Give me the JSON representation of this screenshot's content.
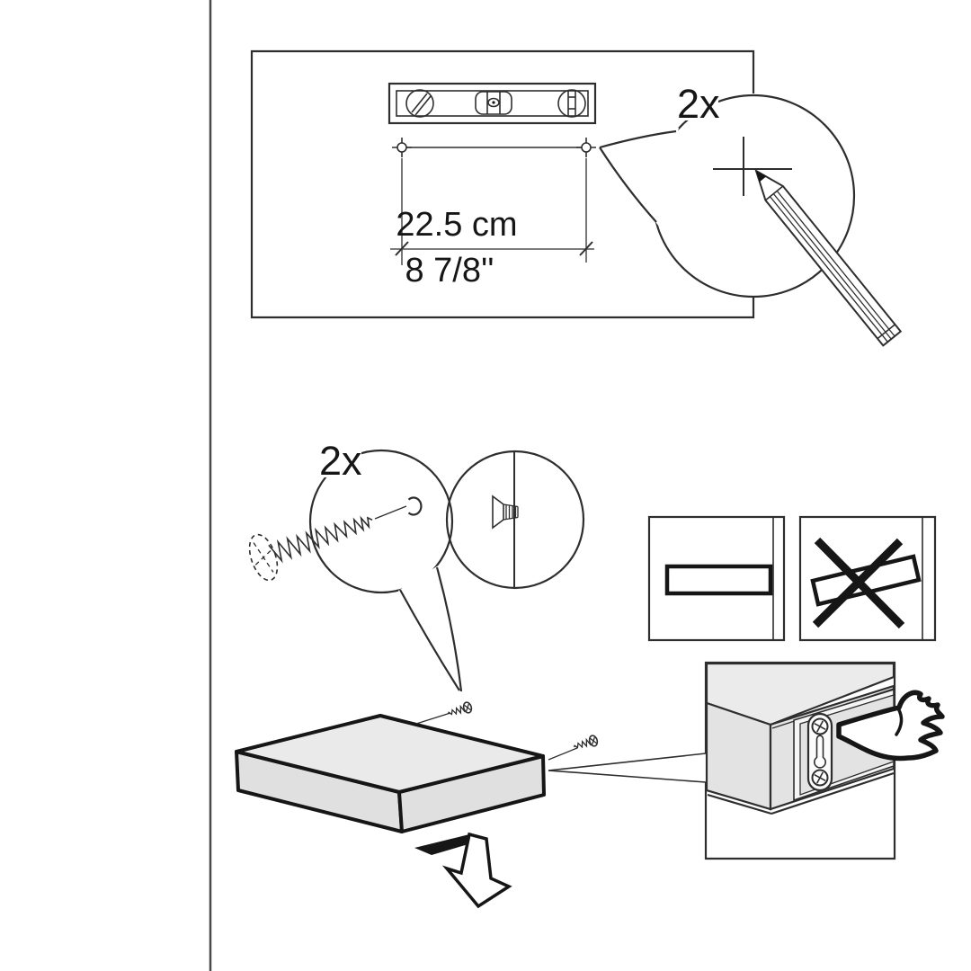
{
  "page": {
    "colors": {
      "paper": "#ffffff",
      "ink": "#2e2e2e",
      "ink_heavy": "#161616",
      "divider": "#4a4a4a",
      "shelf_top": "#eaeaea",
      "shelf_side": "#e0e0e0",
      "detail_top": "#ebebeb",
      "detail_side": "#e3e3e3",
      "recess_frame": "#f5f5f5",
      "bracket": "#fbfbfb"
    }
  },
  "marking_step": {
    "quantity_label": "2x",
    "dimension_metric": "22.5 cm",
    "dimension_imperial": "8 7/8''"
  },
  "screw_step": {
    "quantity_label": "2x"
  },
  "icons": {
    "spirit_level": "spirit-level",
    "pencil": "pencil-drawing-cross-mark",
    "drill_marks": "wall-mark-targets",
    "wall_screw": "screw-into-pilot-hole",
    "flush_screw": "screw-protruding-from-wall",
    "ok_panel": "shelf-level-correct",
    "not_ok_panel": "shelf-tilted-crossed-out",
    "shelf": "floating-shelf",
    "mounting_bracket": "keyhole-bracket",
    "pointing_hand": "pointing-hand",
    "down_arrow": "slide-down-arrow"
  }
}
